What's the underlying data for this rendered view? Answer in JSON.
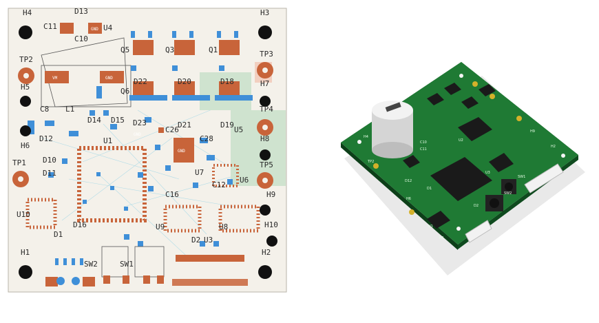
{
  "layout_view": {
    "mounting_holes": [
      "H1",
      "H2",
      "H3",
      "H4",
      "H5",
      "H6",
      "H7",
      "H8",
      "H9",
      "H10"
    ],
    "test_points": [
      "TP1",
      "TP2",
      "TP3",
      "TP4",
      "TP5"
    ],
    "refdes": {
      "d13": "D13",
      "c11": "C11",
      "u4": "U4",
      "c10": "C10",
      "q5": "Q5",
      "q3": "Q3",
      "q1": "Q1",
      "q6": "Q6",
      "d22": "D22",
      "d20": "D20",
      "d18": "D18",
      "c8": "C8",
      "l1": "L1",
      "d14": "D14",
      "d15": "D15",
      "d23": "D23",
      "c26": "C26",
      "d21": "D21",
      "d19": "D19",
      "d12": "D12",
      "c28": "C28",
      "u5": "U5",
      "d10": "D10",
      "u1": "U1",
      "d11": "D11",
      "u7": "U7",
      "c12": "C12",
      "u6": "U6",
      "c16": "C16",
      "u10": "U10",
      "d16": "D16",
      "u9": "U9",
      "u8": "U8",
      "d1": "D1",
      "d2": "D2",
      "sw2": "SW2",
      "sw1": "SW1",
      "u3": "U3"
    },
    "pad_labels": {
      "vm": "VM",
      "gnd": "GND",
      "gnd2": "GND",
      "gnd3": "GND",
      "gnd4": "GND"
    }
  },
  "render_view": {
    "silk": [
      "H1",
      "H2",
      "H4",
      "H6",
      "H9",
      "U1",
      "U2",
      "U3",
      "D1",
      "D2",
      "D12",
      "TP2",
      "C10",
      "C11",
      "SW1",
      "SW2"
    ]
  }
}
